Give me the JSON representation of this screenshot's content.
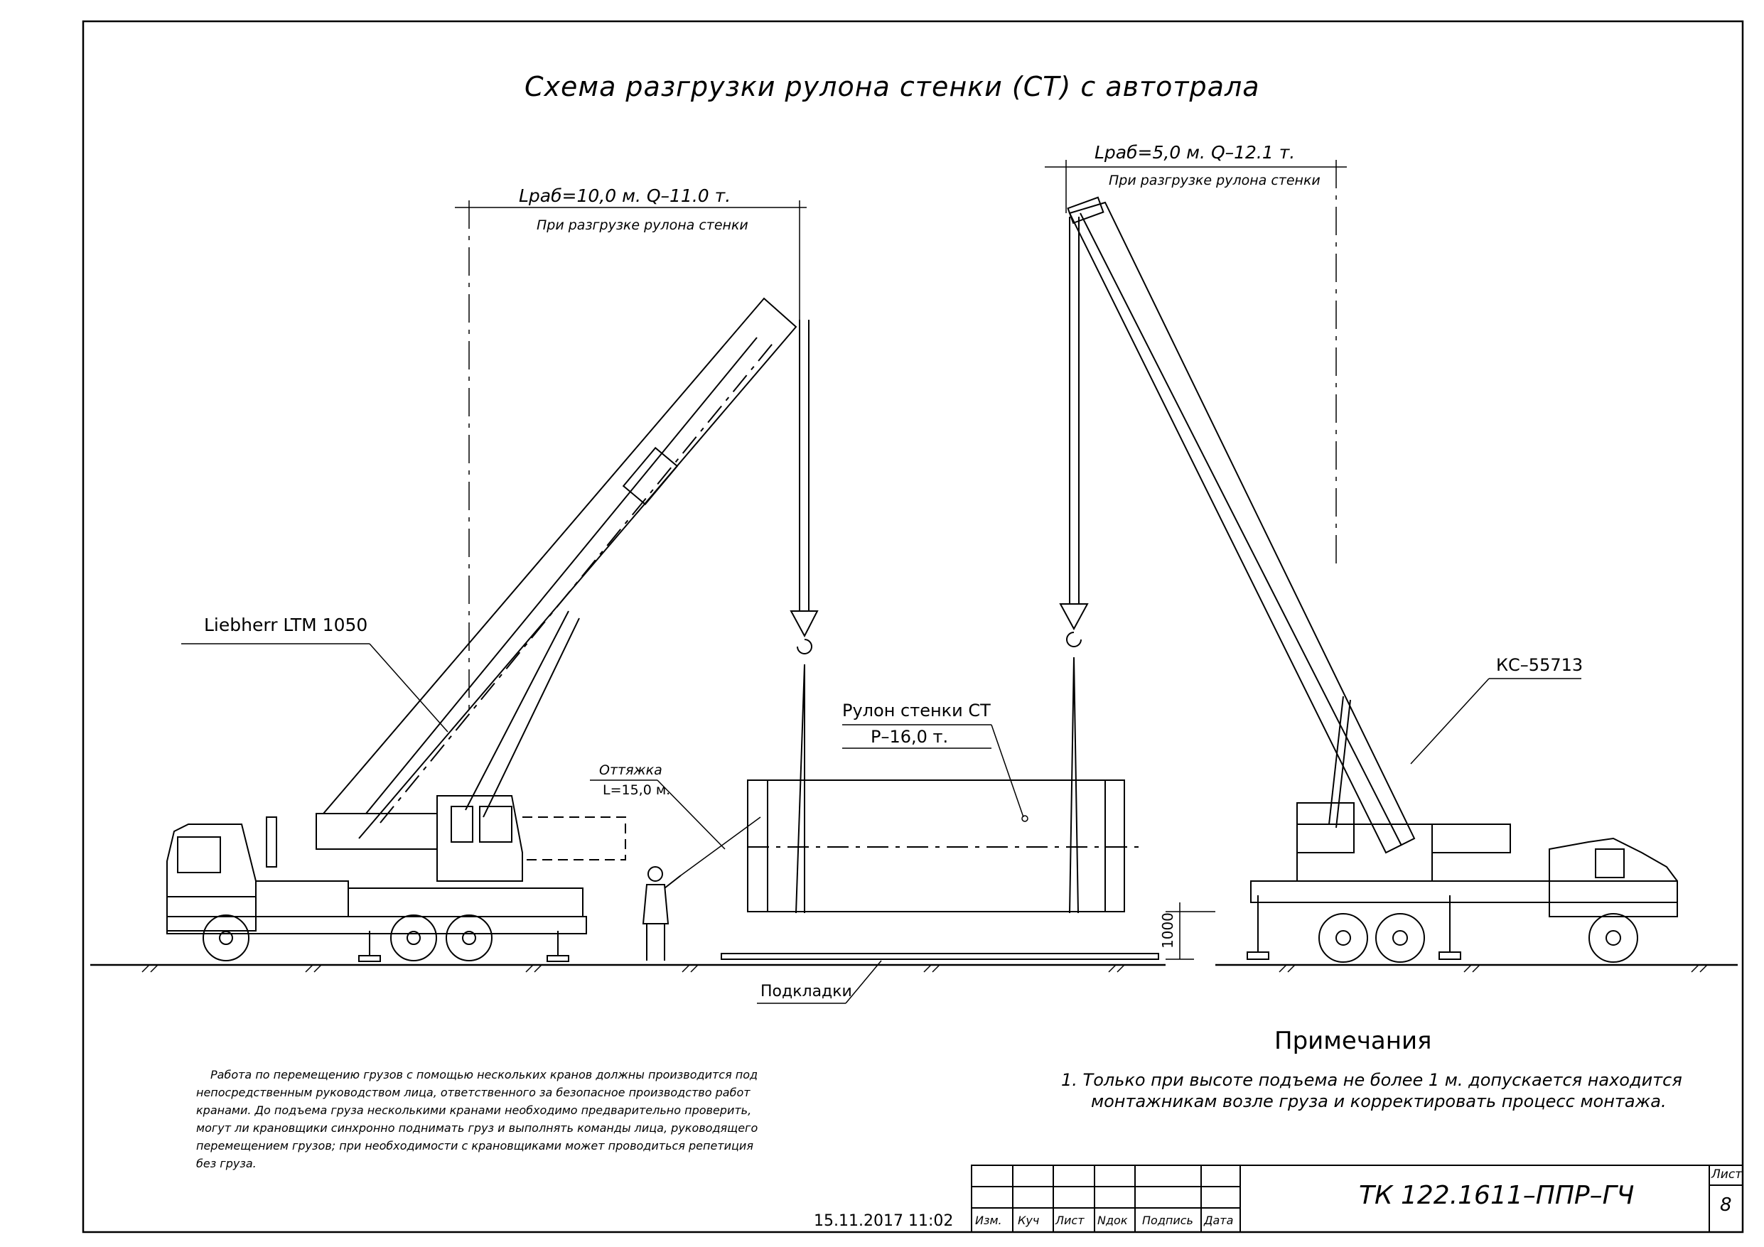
{
  "title": "Схема разгрузки рулона стенки (СТ) с автотрала",
  "left_crane": {
    "params": "Lраб=10,0 м.  Q–11.0 т.",
    "note": "При разгрузке рулона стенки",
    "name": "Liebherr  LTM 1050"
  },
  "right_crane": {
    "params": "Lраб=5,0 м.  Q–12.1 т.",
    "note": "При разгрузке рулона стенки",
    "name": "КС–55713"
  },
  "roll": {
    "label": "Рулон стенки СТ",
    "weight": "Р–16,0 т."
  },
  "guy_line": {
    "label": "Оттяжка",
    "length": "L=15,0 м."
  },
  "supports_label": "Подкладки",
  "height_dim": "1000",
  "notes": {
    "heading": "Примечания",
    "line1": "1. Только при высоте подъема не более 1 м. допускается находится",
    "line2": "монтажникам возле груза и корректировать процесс монтажа."
  },
  "paragraph": [
    "Работа по перемещению грузов с помощью нескольких кранов должны производится под",
    "непосредственным руководством лица, ответственного за безопасное производство работ",
    "кранами. До подъема груза несколькими кранами необходимо предварительно проверить,",
    "могут ли крановщики синхронно поднимать груз и выполнять команды лица, руководящего",
    "перемещением грузов;  при необходимости с крановщиками может проводиться репетиция",
    "без груза."
  ],
  "timestamp": "15.11.2017 11:02",
  "stamp": {
    "columns": [
      "Изм.",
      "Куч",
      "Лист",
      "Nдок",
      "Подпись",
      "Дата"
    ],
    "code": "ТК 122.1611–ППР–ГЧ",
    "sheet_label": "Лист",
    "sheet_number": "8"
  }
}
